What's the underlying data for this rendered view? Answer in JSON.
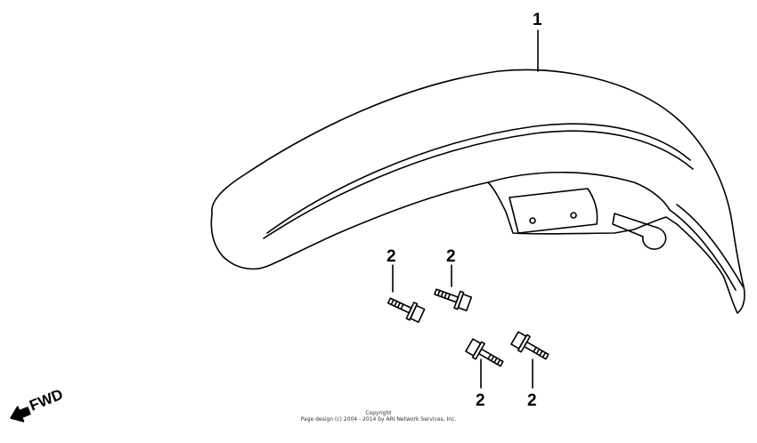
{
  "callouts": {
    "fender": "1",
    "bolt_a": "2",
    "bolt_b": "2",
    "bolt_c": "2",
    "bolt_d": "2"
  },
  "direction_label": "FWD",
  "copyright": {
    "line1": "Copyright",
    "line2": "Page design (c) 2004 - 2014 by ARI Network Services, Inc."
  }
}
